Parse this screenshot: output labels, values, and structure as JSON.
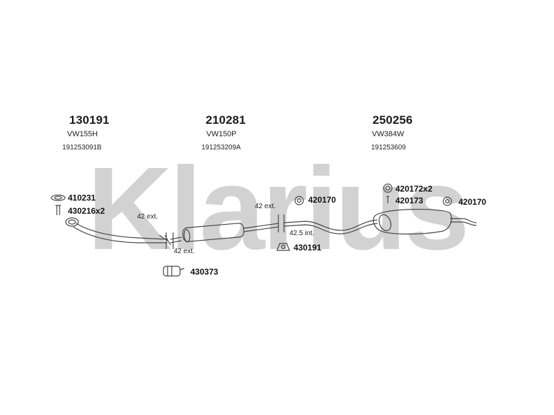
{
  "watermark": {
    "text": "Klarius",
    "color": "#d2d2d2"
  },
  "sections": [
    {
      "part_number": "130191",
      "code": "VW155H",
      "oem": "191253091B"
    },
    {
      "part_number": "210281",
      "code": "VW150P",
      "oem": "191253209A"
    },
    {
      "part_number": "250256",
      "code": "VW384W",
      "oem": "191253609"
    }
  ],
  "callouts": {
    "gasket": "410231",
    "bolt": "430216x2",
    "clamp_a": "430373",
    "hanger_mid": "420170",
    "mount_mid": "430191",
    "ring_rear": "420172x2",
    "small_rear": "420173",
    "hanger_rear": "420170"
  },
  "joints": {
    "front_upper": "42 ext.",
    "front_lower": "42 ext.",
    "mid_upper": "42 ext.",
    "mid_lower": "42.5 int."
  }
}
